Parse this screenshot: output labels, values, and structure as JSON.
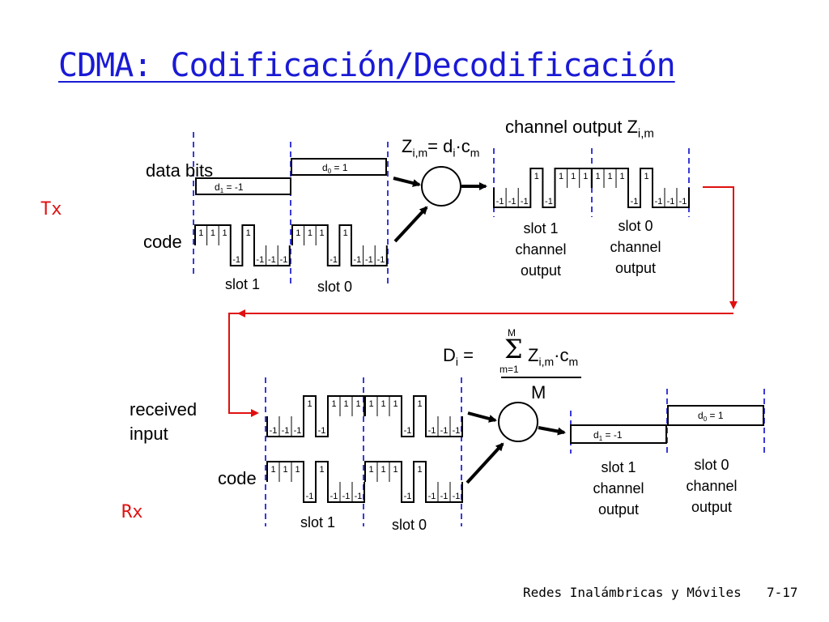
{
  "title": "CDMA: Codificación/Decodificación",
  "tx": {
    "side_label": "Tx",
    "data_bits_label": "data bits",
    "code_label": "code",
    "d1_label": "d",
    "d1_sub": "1",
    "d1_value": " = -1",
    "d0_label": "d",
    "d0_sub": "0",
    "d0_value": " = 1",
    "code_values_slot1": [
      "1",
      "1",
      "1",
      "-1",
      "1",
      "-1",
      "-1",
      "-1"
    ],
    "code_values_slot0": [
      "1",
      "1",
      "1",
      "-1",
      "1",
      "-1",
      "-1",
      "-1"
    ],
    "slot1_label": "slot 1",
    "slot0_label": "slot 0",
    "formula_main": "Z",
    "formula_sub": "i,m",
    "formula_rest": "= d",
    "formula_sub2": "i",
    "formula_dot": "·c",
    "formula_sub3": "m",
    "channel_output_label": "channel output Z",
    "channel_output_sub": "i,m",
    "output_values_slot1": [
      "-1",
      "-1",
      "-1",
      "1",
      "-1",
      "1",
      "1",
      "1"
    ],
    "output_values_slot0": [
      "1",
      "1",
      "1",
      "-1",
      "1",
      "-1",
      "-1",
      "-1"
    ],
    "output_slot1_label": [
      "slot 1",
      "channel",
      "output"
    ],
    "output_slot0_label": [
      "slot 0",
      "channel",
      "output"
    ]
  },
  "rx": {
    "side_label": "Rx",
    "received_label": [
      "received",
      "input"
    ],
    "code_label": "code",
    "input_values_slot1": [
      "-1",
      "-1",
      "-1",
      "1",
      "-1",
      "1",
      "1",
      "1"
    ],
    "input_values_slot0": [
      "1",
      "1",
      "1",
      "-1",
      "1",
      "-1",
      "-1",
      "-1"
    ],
    "code_values_slot1": [
      "1",
      "1",
      "1",
      "-1",
      "1",
      "-1",
      "-1",
      "-1"
    ],
    "code_values_slot0": [
      "1",
      "1",
      "1",
      "-1",
      "1",
      "-1",
      "-1",
      "-1"
    ],
    "slot1_label": "slot 1",
    "slot0_label": "slot 0",
    "formula_D": "D",
    "formula_D_sub": "i",
    "formula_eq": " = ",
    "formula_sum": "Σ",
    "formula_sum_top": "M",
    "formula_sum_bottom": "m=1",
    "formula_Z": "Z",
    "formula_Z_sub": "i,m",
    "formula_dot": "·c",
    "formula_c_sub": "m",
    "formula_denominator": "M",
    "d1_label": "d",
    "d1_sub": "1",
    "d1_value": " = -1",
    "d0_label": "d",
    "d0_sub": "0",
    "d0_value": " = 1",
    "output_slot1_label": [
      "slot 1",
      "channel",
      "output"
    ],
    "output_slot0_label": [
      "slot 0",
      "channel",
      "output"
    ]
  },
  "footer": {
    "course": "Redes Inalámbricas y Móviles",
    "page": "7-17"
  },
  "colors": {
    "title": "#1a1ad6",
    "accent_red": "#e01010",
    "dashed": "#3a3ad8"
  }
}
